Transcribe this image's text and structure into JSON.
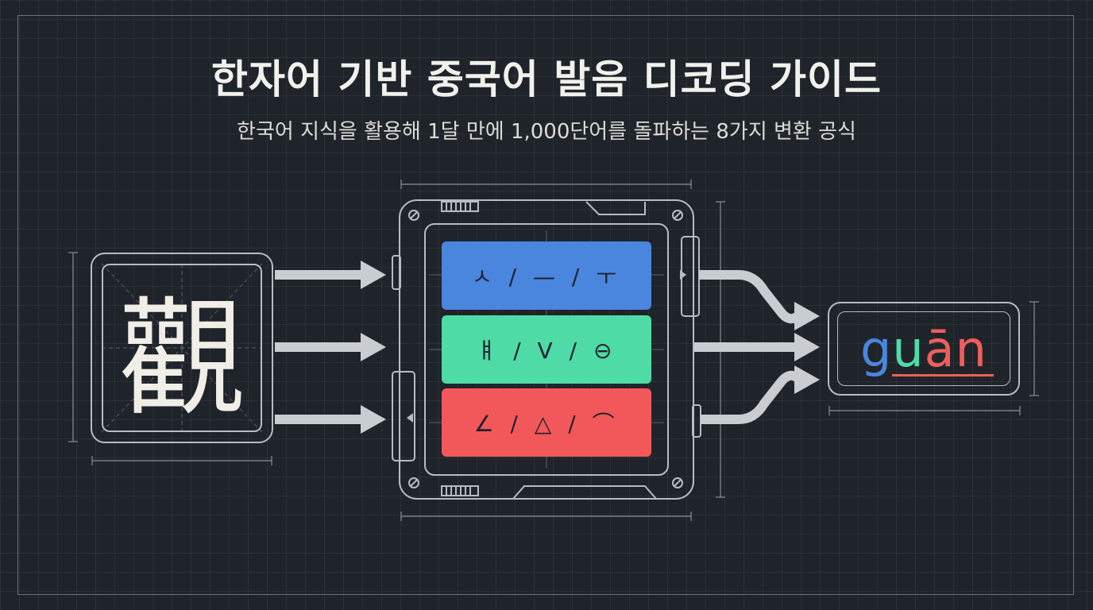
{
  "title": "한자어 기반 중국어 발음 디코딩 가이드",
  "subtitle": "한국어 지식을 활용해 1달 만에 1,000단어를 돌파하는 8가지 변환 공식",
  "input": {
    "character": "觀"
  },
  "decoder": {
    "rows": [
      {
        "glyphs": "ㅅ / — / ㅜ",
        "color": "#4a86dd"
      },
      {
        "glyphs": "ㅒ / V / ⊖",
        "color": "#4fdba6"
      },
      {
        "glyphs": "∠ / △ / ⌒",
        "color": "#f2585a"
      }
    ]
  },
  "output": {
    "pinyin_parts": [
      {
        "text": "g",
        "color": "#4a86dd"
      },
      {
        "text": "u",
        "color": "#4fdba6"
      },
      {
        "text": "ān",
        "color": "#ef5e5a"
      }
    ]
  },
  "colors": {
    "background": "#1f242b",
    "line": "#b8bcc2",
    "arrow": "#c9cdd2"
  }
}
